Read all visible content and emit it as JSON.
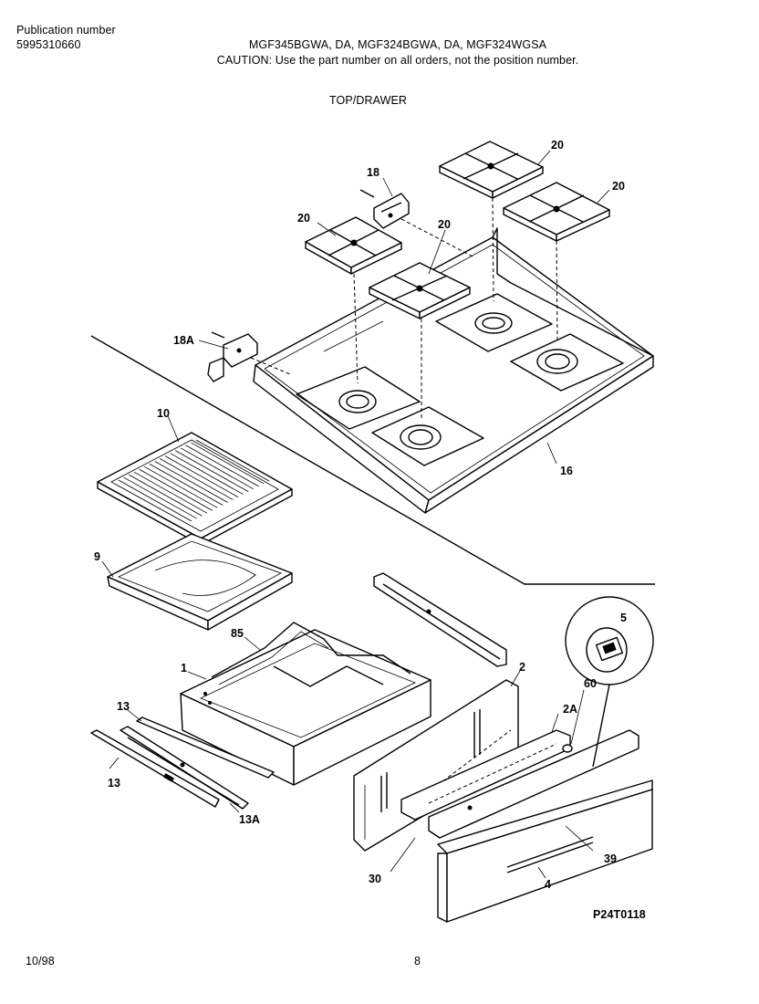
{
  "header": {
    "publication_label": "Publication number",
    "publication_number": "5995310660",
    "models": "MGF345BGWA, DA, MGF324BGWA, DA, MGF324WGSA",
    "caution": "CAUTION:  Use the part number on all orders, not the position number.",
    "section_title": "TOP/DRAWER"
  },
  "callouts": {
    "c20a": "20",
    "c20b": "20",
    "c20c": "20",
    "c20d": "20",
    "c18": "18",
    "c18a": "18A",
    "c16": "16",
    "c10": "10",
    "c9": "9",
    "c85": "85",
    "c1": "1",
    "c2": "2",
    "c13a_top": "13",
    "c13": "13",
    "c13a": "13A",
    "c5": "5",
    "c2a": "2A",
    "c60": "60",
    "c30": "30",
    "c39": "39",
    "c4": "4"
  },
  "figure_code": "P24T0118",
  "footer": {
    "date": "10/98",
    "page": "8"
  }
}
